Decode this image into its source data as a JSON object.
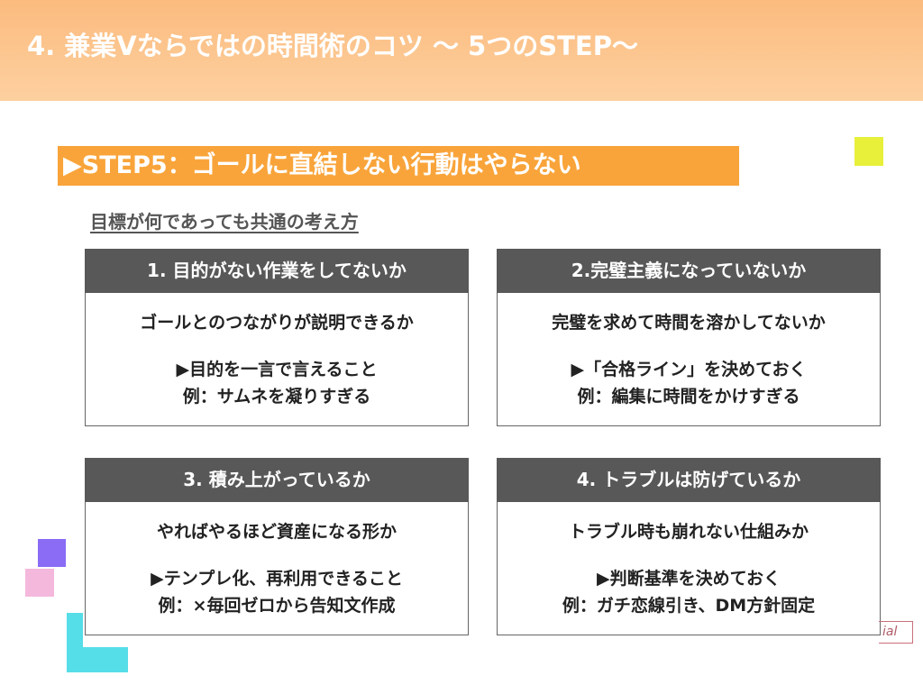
{
  "title": "4. 兼業Vならではの時間術のコツ ～ 5つのSTEP～",
  "banner": "▶STEP5：ゴールに直結しない行動はやらない",
  "subtitle": "目標が何であっても共通の考え方",
  "cards": [
    {
      "header": "1. 目的がない作業をしてないか",
      "question": "ゴールとのつながりが説明できるか",
      "action": "▶目的を一言で言えること",
      "example": "例：サムネを凝りすぎる"
    },
    {
      "header": "2.完璧主義になっていないか",
      "question": "完璧を求めて時間を溶かしてないか",
      "action": "▶「合格ライン」を決めておく",
      "example": "例：編集に時間をかけすぎる"
    },
    {
      "header": "3. 積み上がっているか",
      "question": "やればやるほど資産になる形か",
      "action": "▶テンプレ化、再利用できること",
      "example": "例：×毎回ゼロから告知文作成"
    },
    {
      "header": "4. トラブルは防げているか",
      "question": "トラブル時も崩れない仕組みか",
      "action": "▶判断基準を決めておく",
      "example": "例：ガチ恋線引き、DM方針固定"
    }
  ],
  "corner_text": "ial",
  "colors": {
    "header": "#fbbb7e",
    "banner": "#f9a43a",
    "card_header": "#585858",
    "yellow": "#e8f03a",
    "purple": "#8a6cf5",
    "pink": "#f4b8dc",
    "cyan": "#55dde8"
  }
}
